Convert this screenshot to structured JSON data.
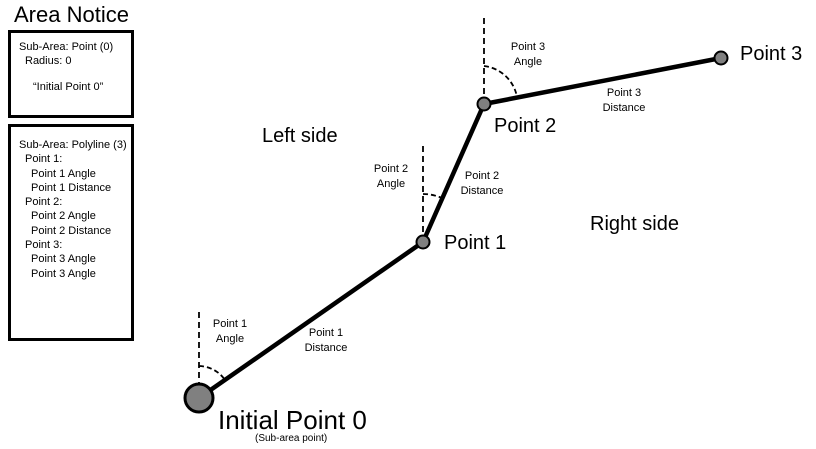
{
  "area_notice": {
    "title": "Area Notice",
    "box_point": {
      "heading": "Sub-Area: Point (0)",
      "radius": "Radius: 0",
      "text": "“Initial Point 0”"
    },
    "box_polyline": {
      "heading": "Sub-Area: Polyline (3)",
      "points": [
        {
          "label": "Point 1:",
          "angle": "Point 1 Angle",
          "distance": "Point 1 Distance"
        },
        {
          "label": "Point 2:",
          "angle": "Point 2 Angle",
          "distance": "Point 2 Distance"
        },
        {
          "label": "Point 3:",
          "angle": "Point 3 Angle",
          "distance": "Point 3 Angle"
        }
      ]
    }
  },
  "diagram": {
    "initial_point": {
      "name": "Initial Point 0",
      "sub": "(Sub-area point)"
    },
    "point_labels": [
      "Point 1",
      "Point 2",
      "Point 3"
    ],
    "side_left": "Left side",
    "side_right": "Right side",
    "angle_labels": [
      {
        "line1": "Point 1",
        "line2": "Angle"
      },
      {
        "line1": "Point 2",
        "line2": "Angle"
      },
      {
        "line1": "Point 3",
        "line2": "Angle"
      }
    ],
    "distance_labels": [
      {
        "line1": "Point 1",
        "line2": "Distance"
      },
      {
        "line1": "Point 2",
        "line2": "Distance"
      },
      {
        "line1": "Point 3",
        "line2": "Distance"
      }
    ],
    "colors": {
      "line": "#000000",
      "node_fill": "#808080"
    }
  }
}
